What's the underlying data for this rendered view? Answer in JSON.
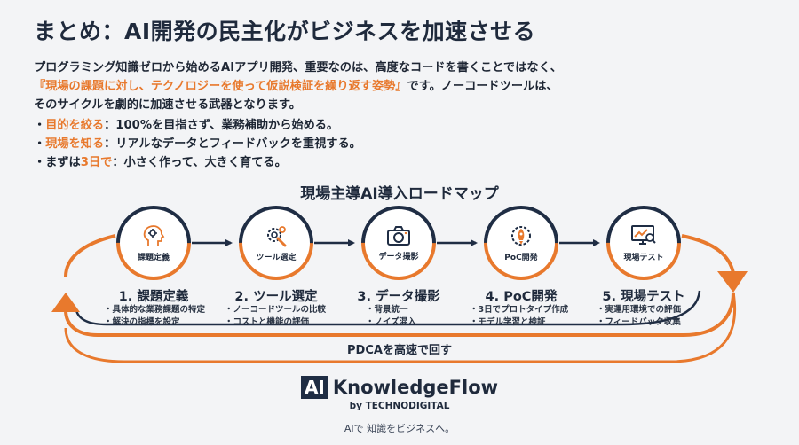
{
  "title": "まとめ：AI開発の民主化がビジネスを加速させる",
  "intro": {
    "line1": "プログラミング知識ゼロから始めるAIアプリ開発、重要なのは、高度なコードを書くことではなく、",
    "open_quote": "『",
    "highlight": "現場の課題に対し、テクノロジーを使って仮説検証を繰り返す姿勢",
    "close_quote": "』",
    "after_highlight": "です。ノーコードツールは、",
    "line3": "そのサイクルを劇的に加速させる武器となります。"
  },
  "bullets": [
    {
      "bullet": "・",
      "key": "目的を絞る",
      "text": "：100%を目指さず、業務補助から始める。"
    },
    {
      "bullet": "・",
      "key": "現場を知る",
      "text": "：リアルなデータとフィードバックを重視する。"
    },
    {
      "bullet": "・",
      "prefix": "まずは",
      "key": "3日で",
      "text": "：小さく作って、大きく育てる。"
    }
  ],
  "roadmap_title": "現場主導AI導入ロードマップ",
  "steps": [
    {
      "label": "課題定義",
      "title": "1. 課題定義",
      "items": [
        "・具体的な業務課題の特定",
        "・解決の指標を設定"
      ],
      "icon": "head-gear-icon"
    },
    {
      "label": "ツール選定",
      "title": "2. ツール選定",
      "items": [
        "・ノーコードツールの比較",
        "・コストと機能の評価"
      ],
      "icon": "wrench-gear-icon"
    },
    {
      "label": "データ撮影",
      "title": "3. データ撮影",
      "items": [
        "・背景統一",
        "・ノイズ混入"
      ],
      "icon": "camera-icon"
    },
    {
      "label": "PoC開発",
      "title": "4. PoC開発",
      "items": [
        "・3日でプロトタイプ作成",
        "・モデル学習と検証"
      ],
      "icon": "rocket-gear-icon"
    },
    {
      "label": "現場テスト",
      "title": "5. 現場テスト",
      "items": [
        "・実運用環境での評価",
        "・フィードバック収集"
      ],
      "icon": "monitor-chart-icon"
    }
  ],
  "pdca_label": "PDCAを高速で回す",
  "brand": {
    "ai": "AI",
    "name": "KnowledgeFlow",
    "sub": "by TECHNODIGITAL",
    "tagline": "AIで 知識をビジネスへ。"
  },
  "colors": {
    "accent": "#e8792d",
    "navy": "#1f2d44"
  }
}
